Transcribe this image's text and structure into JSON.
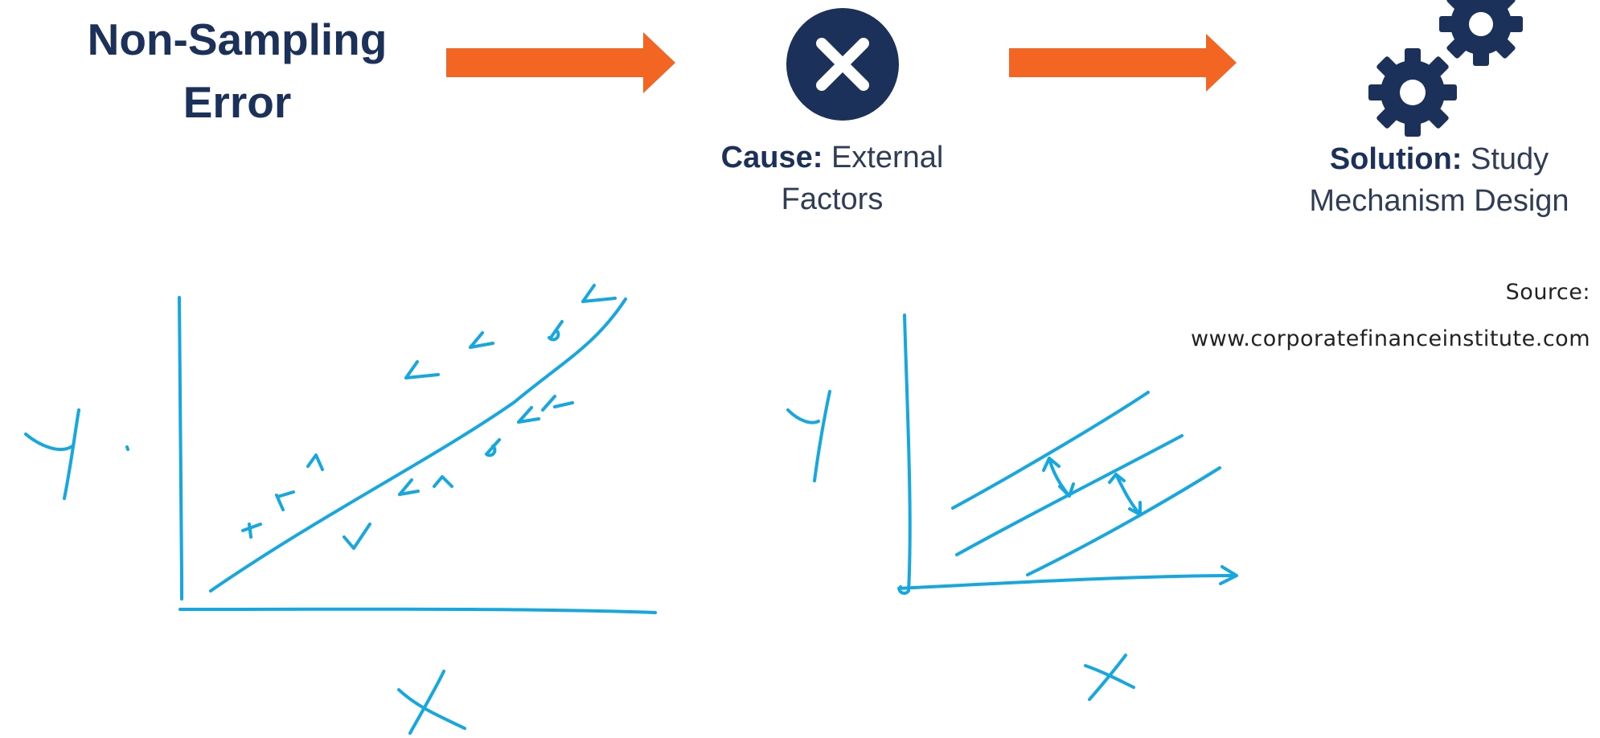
{
  "heading": {
    "line1": "Non-Sampling",
    "line2": "Error"
  },
  "cause": {
    "label": "Cause:",
    "text": "External",
    "text2": "Factors"
  },
  "solution": {
    "label": "Solution:",
    "text": "Study",
    "text2": "Mechanism Design"
  },
  "source": {
    "line1": "Source:",
    "line2": "www.corporatefinanceinstitute.com"
  },
  "sketch": {
    "left_y": "Y",
    "left_x": "X",
    "right_y": "Y",
    "right_x": "X"
  },
  "colors": {
    "navy": "#1b3159",
    "arrow": "#f26522",
    "ink": "#15a8e0"
  },
  "icons": {
    "cause": "close-icon",
    "solution": "gears-icon"
  }
}
